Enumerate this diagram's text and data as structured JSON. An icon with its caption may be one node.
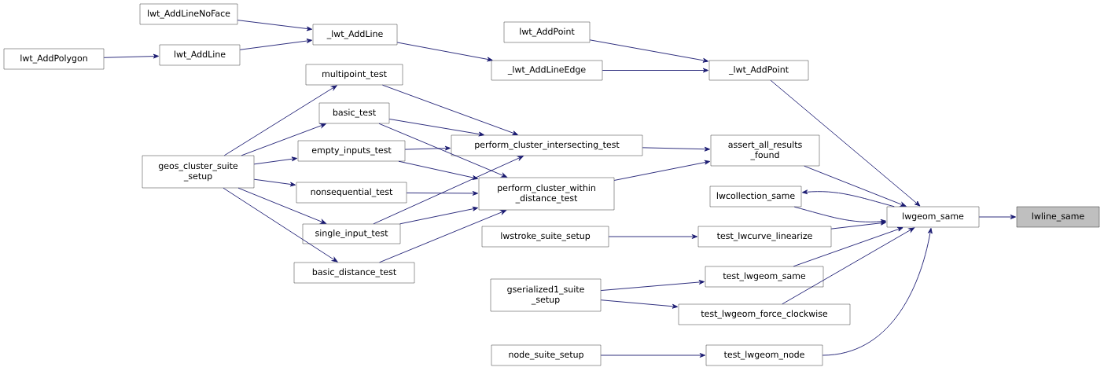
{
  "diagram": {
    "nodes": [
      {
        "text": [
          "lwline_same"
        ]
      },
      {
        "text": [
          "lwgeom_same"
        ]
      },
      {
        "text": [
          "lwcollection_same"
        ]
      },
      {
        "text": [
          "assert_all_results _found"
        ]
      },
      {
        "text": [
          "_lwt_AddPoint"
        ]
      },
      {
        "text": [
          "_lwt_AddLineEdge"
        ]
      },
      {
        "text": [
          "lwt_AddPoint"
        ]
      },
      {
        "text": [
          "_lwt_AddLine"
        ]
      },
      {
        "text": [
          "lwt_AddLineNoFace"
        ]
      },
      {
        "text": [
          "lwt_AddLine"
        ]
      },
      {
        "text": [
          "lwt_AddPolygon"
        ]
      },
      {
        "text": [
          "perform_cluster_intersecting_test"
        ]
      },
      {
        "text": [
          "perform_cluster_within _distance_test"
        ]
      },
      {
        "text": [
          "multipoint_test"
        ]
      },
      {
        "text": [
          "basic_test"
        ]
      },
      {
        "text": [
          "empty_inputs_test"
        ]
      },
      {
        "text": [
          "nonsequential_test"
        ]
      },
      {
        "text": [
          "single_input_test"
        ]
      },
      {
        "text": [
          "basic_distance_test"
        ]
      },
      {
        "text": [
          "geos_cluster_suite _setup"
        ]
      },
      {
        "text": [
          "test_lwcurve_linearize"
        ]
      },
      {
        "text": [
          "lwstroke_suite_setup"
        ]
      },
      {
        "text": [
          "test_lwgeom_same"
        ]
      },
      {
        "text": [
          "gserialized1_suite _setup"
        ]
      },
      {
        "text": [
          "test_lwgeom_force_clockwise"
        ]
      },
      {
        "text": [
          "node_suite_setup"
        ]
      },
      {
        "text": [
          "test_lwgeom_node"
        ]
      }
    ],
    "edges": [
      {
        "from": 1,
        "to": 0,
        "arrow": "to"
      },
      {
        "from": 2,
        "to": 1,
        "arrow": "to"
      },
      {
        "from": 1,
        "to": 2,
        "arrow": "to"
      },
      {
        "from": 3,
        "to": 1,
        "arrow": "to"
      },
      {
        "from": 4,
        "to": 1,
        "arrow": "to"
      },
      {
        "from": 20,
        "to": 1,
        "arrow": "to"
      },
      {
        "from": 22,
        "to": 1,
        "arrow": "to"
      },
      {
        "from": 24,
        "to": 1,
        "arrow": "to"
      },
      {
        "from": 26,
        "to": 1,
        "arrow": "to"
      },
      {
        "from": 5,
        "to": 4,
        "arrow": "to"
      },
      {
        "from": 6,
        "to": 4,
        "arrow": "to"
      },
      {
        "from": 7,
        "to": 5,
        "arrow": "to"
      },
      {
        "from": 8,
        "to": 7,
        "arrow": "to"
      },
      {
        "from": 9,
        "to": 7,
        "arrow": "to"
      },
      {
        "from": 10,
        "to": 9,
        "arrow": "to"
      },
      {
        "from": 11,
        "to": 3,
        "arrow": "to"
      },
      {
        "from": 12,
        "to": 3,
        "arrow": "to"
      },
      {
        "from": 13,
        "to": 11,
        "arrow": "to"
      },
      {
        "from": 14,
        "to": 11,
        "arrow": "to"
      },
      {
        "from": 15,
        "to": 11,
        "arrow": "to"
      },
      {
        "from": 17,
        "to": 11,
        "arrow": "to"
      },
      {
        "from": 14,
        "to": 12,
        "arrow": "to"
      },
      {
        "from": 15,
        "to": 12,
        "arrow": "to"
      },
      {
        "from": 16,
        "to": 12,
        "arrow": "to"
      },
      {
        "from": 17,
        "to": 12,
        "arrow": "to"
      },
      {
        "from": 18,
        "to": 12,
        "arrow": "to"
      },
      {
        "from": 19,
        "to": 13,
        "arrow": "to"
      },
      {
        "from": 19,
        "to": 14,
        "arrow": "to"
      },
      {
        "from": 19,
        "to": 15,
        "arrow": "to"
      },
      {
        "from": 19,
        "to": 16,
        "arrow": "to"
      },
      {
        "from": 19,
        "to": 17,
        "arrow": "to"
      },
      {
        "from": 19,
        "to": 18,
        "arrow": "to"
      },
      {
        "from": 21,
        "to": 20,
        "arrow": "to"
      },
      {
        "from": 23,
        "to": 22,
        "arrow": "to"
      },
      {
        "from": 23,
        "to": 24,
        "arrow": "to"
      },
      {
        "from": 25,
        "to": 26,
        "arrow": "to"
      }
    ]
  }
}
